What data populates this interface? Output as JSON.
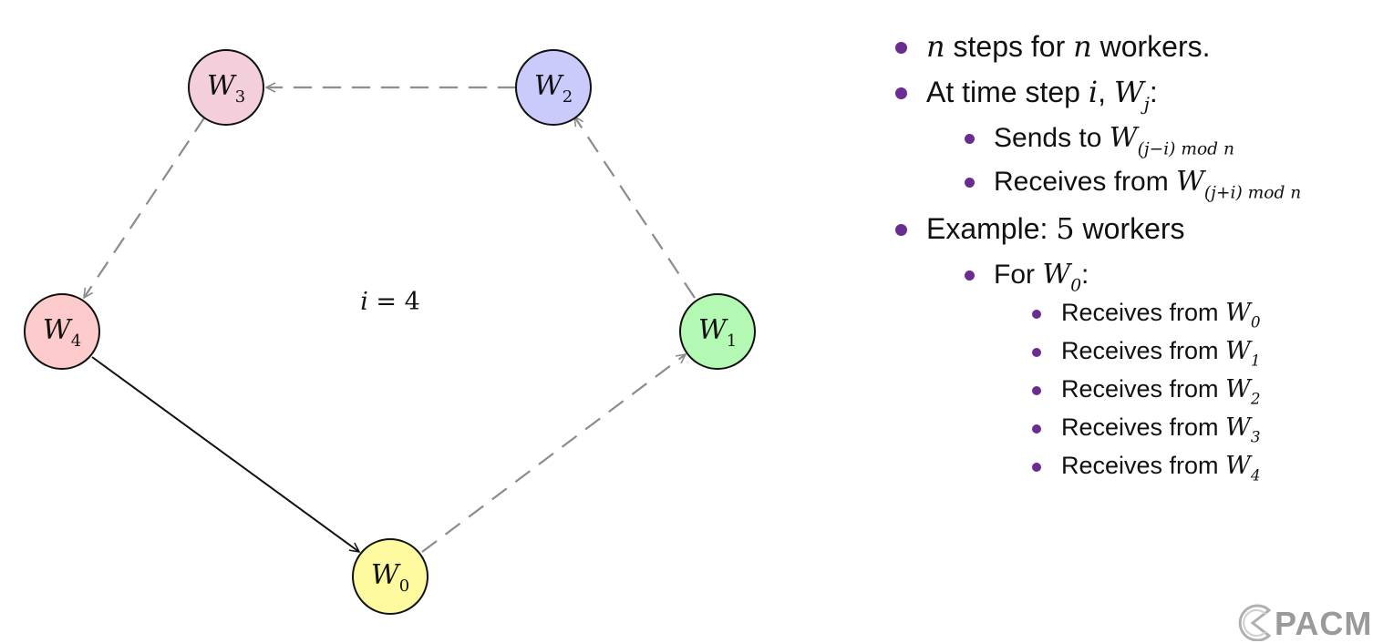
{
  "diagram": {
    "step_label": {
      "var": "i",
      "eq": " = ",
      "value": "4"
    },
    "nodes": [
      {
        "id": "W0",
        "base": "W",
        "sub": "0",
        "color": "#fdfa9f"
      },
      {
        "id": "W1",
        "base": "W",
        "sub": "1",
        "color": "#b3f9b3"
      },
      {
        "id": "W2",
        "base": "W",
        "sub": "2",
        "color": "#cacbfb"
      },
      {
        "id": "W3",
        "base": "W",
        "sub": "3",
        "color": "#f3cfdc"
      },
      {
        "id": "W4",
        "base": "W",
        "sub": "4",
        "color": "#fdcbcb"
      }
    ],
    "edges": [
      {
        "from": "W4",
        "to": "W0",
        "style": "solid"
      },
      {
        "from": "W0",
        "to": "W1",
        "style": "dashed"
      },
      {
        "from": "W1",
        "to": "W2",
        "style": "dashed"
      },
      {
        "from": "W2",
        "to": "W3",
        "style": "dashed"
      },
      {
        "from": "W3",
        "to": "W4",
        "style": "dashed"
      }
    ],
    "colors": {
      "solid_edge": "#111111",
      "dashed_edge": "#8c8c8c",
      "node_stroke": "#111111"
    }
  },
  "bullets": {
    "b1": {
      "m1": "n",
      "t1": " steps for ",
      "m2": "n",
      "t2": " workers."
    },
    "b2": {
      "t1": "At time step ",
      "m1": "i",
      "t2": ", ",
      "m2": "W",
      "sub": "j",
      "t3": ":"
    },
    "b2a": {
      "t1": "Sends to ",
      "m1": "W",
      "sub": "(j−i) mod n"
    },
    "b2b": {
      "t1": "Receives from ",
      "m1": "W",
      "sub": "(j+i) mod n"
    },
    "b3": {
      "t1": "Example: ",
      "num": "5",
      "t2": " workers"
    },
    "b3a": {
      "t1": "For ",
      "m1": "W",
      "sub": "0",
      "t2": ":"
    },
    "receives": [
      {
        "t": "Receives from ",
        "m": "W",
        "sub": "0"
      },
      {
        "t": "Receives from ",
        "m": "W",
        "sub": "1"
      },
      {
        "t": "Receives from ",
        "m": "W",
        "sub": "2"
      },
      {
        "t": "Receives from ",
        "m": "W",
        "sub": "3"
      },
      {
        "t": "Receives from ",
        "m": "W",
        "sub": "4"
      }
    ],
    "bullet_color": "#6a2c91"
  },
  "logo": {
    "text": "PACM",
    "icon": "pacm-logo-icon"
  }
}
